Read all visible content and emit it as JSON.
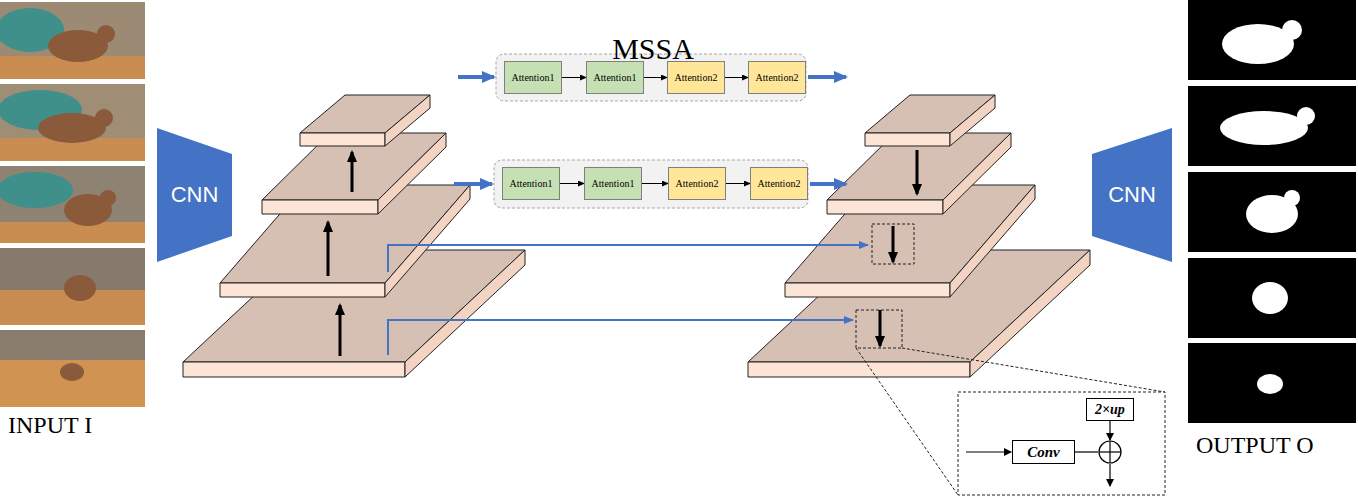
{
  "diagram": {
    "nodes": [
      {
        "text": [
          "CNN"
        ]
      },
      {
        "text": [
          "Attention1"
        ]
      },
      {
        "text": [
          "Attention1"
        ]
      },
      {
        "text": [
          "Attention2"
        ]
      },
      {
        "text": [
          "Attention2"
        ]
      },
      {
        "text": [
          "Attention1"
        ]
      },
      {
        "text": [
          "Attention1"
        ]
      },
      {
        "text": [
          "Attention2"
        ]
      },
      {
        "text": [
          "Attention2"
        ]
      },
      {
        "text": [
          "Conv"
        ]
      },
      {
        "text": [
          "2×up"
        ]
      },
      {
        "text": [
          "CNN"
        ]
      }
    ],
    "edges": [
      {
        "from": 1,
        "to": 2,
        "arrow": "to"
      },
      {
        "from": 2,
        "to": 3,
        "arrow": "to"
      },
      {
        "from": 3,
        "to": 4,
        "arrow": "to"
      },
      {
        "from": 5,
        "to": 6,
        "arrow": "to"
      },
      {
        "from": 6,
        "to": 7,
        "arrow": "to"
      },
      {
        "from": 7,
        "to": 8,
        "arrow": "to"
      }
    ],
    "labels": [
      "MSSA",
      "INPUT I",
      "OUTPUT O"
    ]
  }
}
